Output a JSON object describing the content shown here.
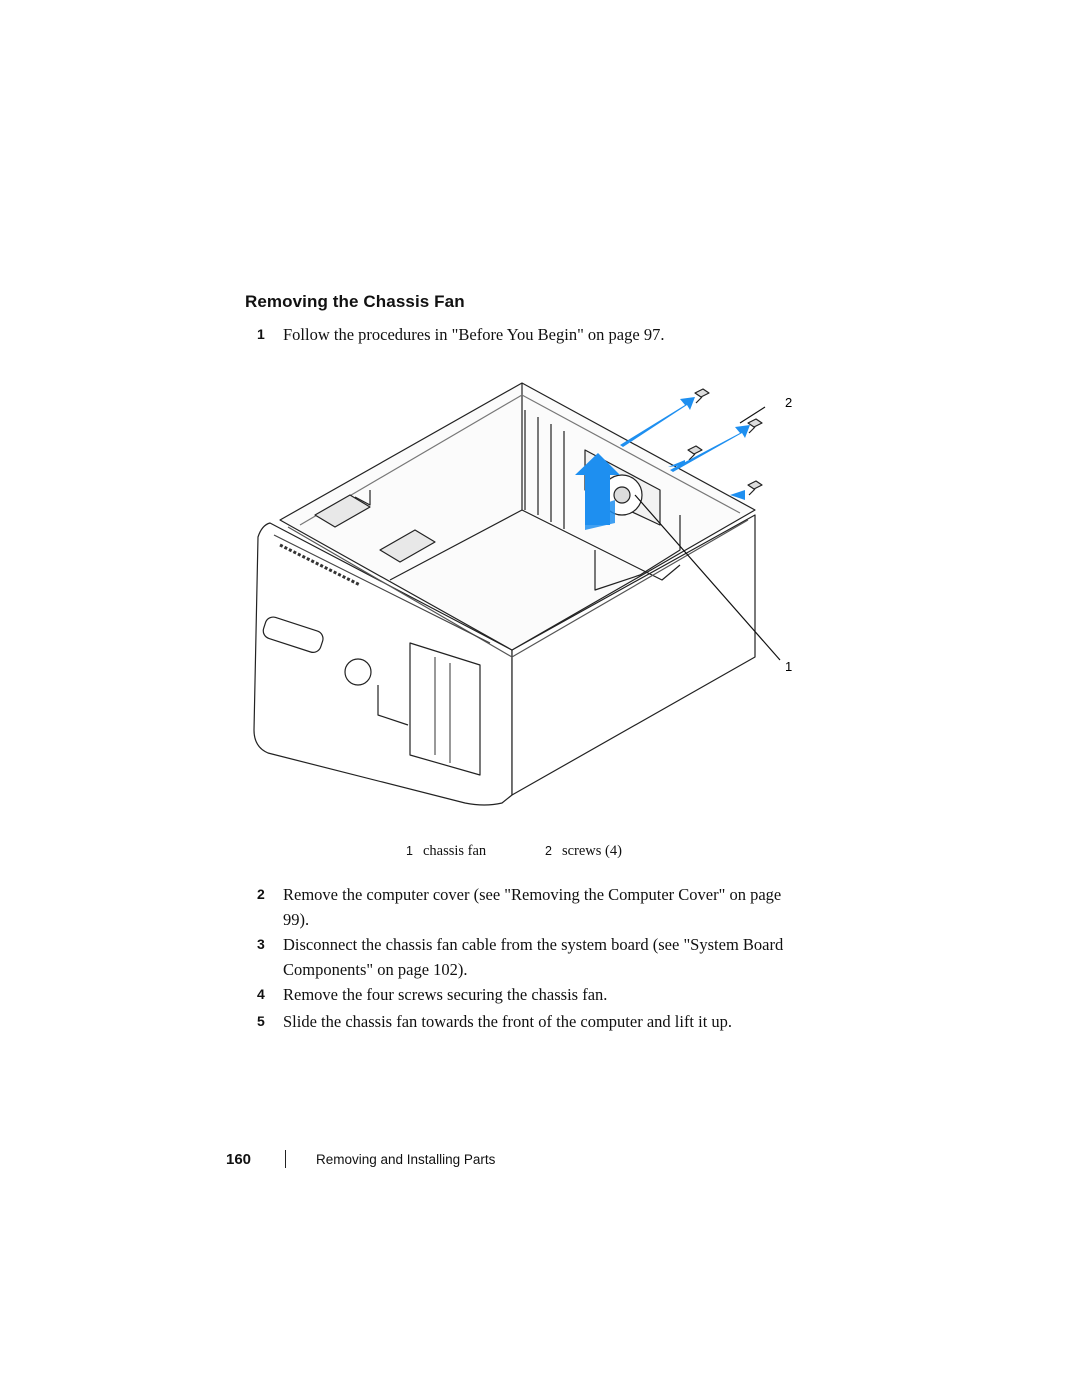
{
  "section": {
    "heading": "Removing the Chassis Fan"
  },
  "steps": [
    {
      "num": "1",
      "text": "Follow the procedures in \"Before You Begin\" on page 97."
    },
    {
      "num": "2",
      "text": "Remove the computer cover (see \"Removing the Computer Cover\" on page 99)."
    },
    {
      "num": "3",
      "text": "Disconnect the chassis fan cable from the system board (see \"System Board Components\" on page 102)."
    },
    {
      "num": "4",
      "text": "Remove the four screws securing the chassis fan."
    },
    {
      "num": "5",
      "text": "Slide the chassis fan towards the front of the computer and lift it up."
    }
  ],
  "figure": {
    "callouts": [
      "1",
      "2"
    ],
    "legend": [
      {
        "num": "1",
        "label": "chassis fan"
      },
      {
        "num": "2",
        "label": "screws (4)"
      }
    ],
    "arrow_color": "#1e8ff0"
  },
  "footer": {
    "page_number": "160",
    "title": "Removing and Installing Parts"
  }
}
